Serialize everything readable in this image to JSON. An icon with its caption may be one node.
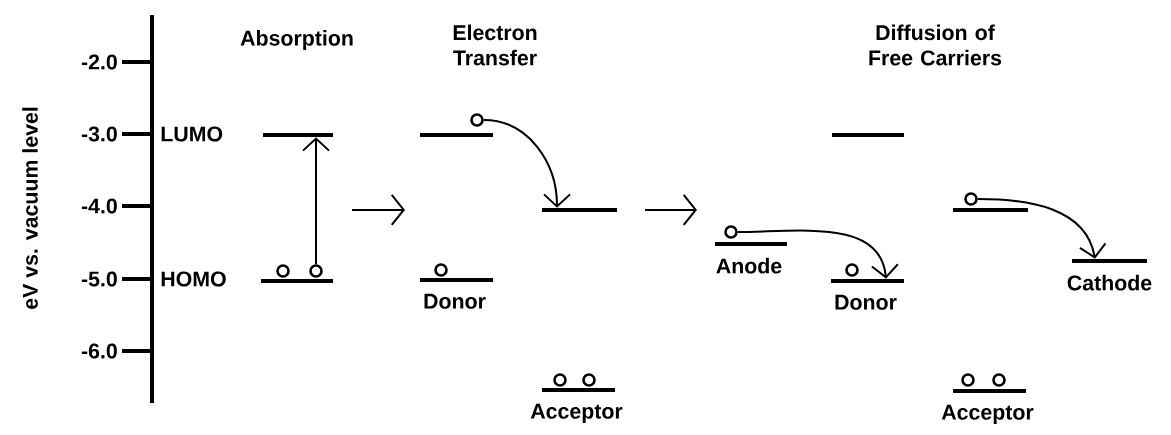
{
  "diagram": {
    "nodes": [
      {
        "text": [],
        "shape": "bar"
      },
      {
        "text": [],
        "shape": "bar"
      },
      {
        "text": [],
        "shape": "circle"
      },
      {
        "text": [],
        "shape": "circle"
      },
      {
        "text": [],
        "shape": "bar"
      },
      {
        "text": [],
        "shape": "circle"
      },
      {
        "text": [],
        "shape": "bar",
        "beside": [
          "Donor"
        ]
      },
      {
        "text": [],
        "shape": "circle"
      },
      {
        "text": [],
        "shape": "bar"
      },
      {
        "text": [],
        "shape": "bar",
        "beside": [
          "Acceptor"
        ]
      },
      {
        "text": [],
        "shape": "circle"
      },
      {
        "text": [],
        "shape": "circle"
      },
      {
        "text": [],
        "shape": "bar",
        "beside": [
          "Anode"
        ]
      },
      {
        "text": [],
        "shape": "circle"
      },
      {
        "text": [],
        "shape": "bar"
      },
      {
        "text": [],
        "shape": "bar",
        "beside": [
          "Donor"
        ]
      },
      {
        "text": [],
        "shape": "circle"
      },
      {
        "text": [],
        "shape": "bar"
      },
      {
        "text": [],
        "shape": "circle"
      },
      {
        "text": [],
        "shape": "bar",
        "beside": [
          "Acceptor"
        ]
      },
      {
        "text": [],
        "shape": "circle"
      },
      {
        "text": [],
        "shape": "circle"
      },
      {
        "text": [],
        "shape": "bar",
        "beside": [
          "Cathode"
        ]
      }
    ],
    "edges": [
      {
        "from": 3,
        "to": 0,
        "arrow": "to"
      },
      {
        "from": 5,
        "to": 8,
        "arrow": "to"
      },
      {
        "from": 13,
        "to": 15,
        "arrow": "to"
      },
      {
        "from": 18,
        "to": 22,
        "arrow": "to"
      }
    ],
    "labels": [
      "Absorption",
      "Electron Transfer",
      "Diffusion of Free Carriers",
      "eV vs. vacuum level",
      "-2.0",
      "-3.0",
      "LUMO",
      "-4.0",
      "-5.0",
      "HOMO",
      "-6.0"
    ]
  }
}
